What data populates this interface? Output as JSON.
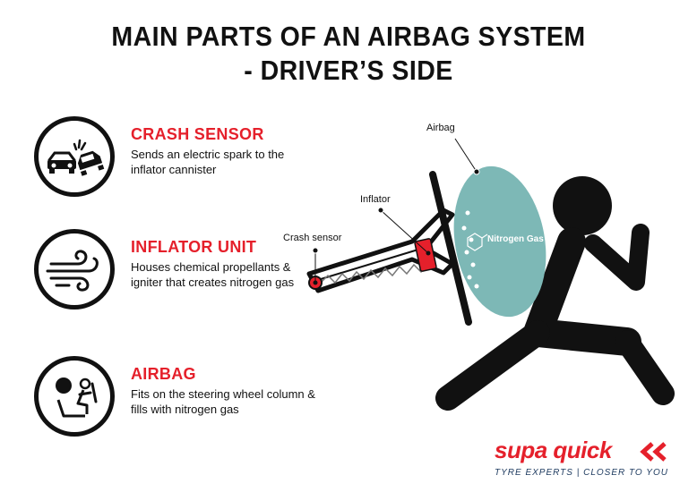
{
  "title": {
    "line1": "MAIN PARTS OF AN AIRBAG SYSTEM",
    "line2": "- DRIVER’S SIDE"
  },
  "features": [
    {
      "title": "CRASH SENSOR",
      "description": "Sends an electric spark to the inflator cannister",
      "icon": "car-crash-icon"
    },
    {
      "title": "INFLATOR UNIT",
      "description": "Houses chemical propellants & igniter that creates nitrogen gas",
      "icon": "gas-wind-icon"
    },
    {
      "title": "AIRBAG",
      "description": "Fits on the steering wheel column & fills with nitrogen gas",
      "icon": "airbag-driver-icon"
    }
  ],
  "diagram": {
    "labels": {
      "airbag": "Airbag",
      "inflator": "Inflator",
      "crash_sensor": "Crash sensor",
      "nitrogen_gas": "Nitrogen Gas"
    }
  },
  "brand": {
    "name": "supa quick",
    "tagline": "TYRE EXPERTS | CLOSER TO YOU"
  },
  "colors": {
    "accent_red": "#e5202b",
    "airbag_teal": "#7db8b6",
    "text_dark": "#111111",
    "tagline_navy": "#1d3a5f"
  }
}
